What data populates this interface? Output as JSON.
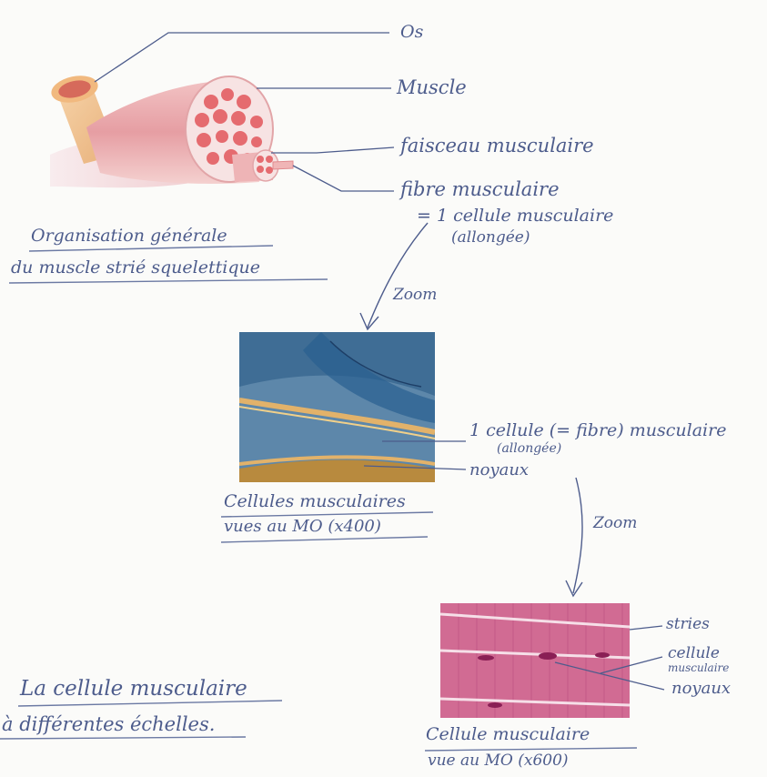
{
  "muscle_diagram": {
    "labels": {
      "bone": "Os",
      "muscle": "Muscle",
      "bundle": "faisceau musculaire",
      "fiber": "fibre musculaire",
      "fiber_def_1": "= 1 cellule musculaire",
      "fiber_def_2": "(allongée)"
    },
    "caption": [
      "Organisation générale",
      "du muscle strié squelettique"
    ]
  },
  "zoom_label_1": "Zoom",
  "micrograph_1": {
    "cell_label": "1 cellule (= fibre) musculaire",
    "cell_label_sub": "(allongée)",
    "nuclei_label": "noyaux",
    "caption": [
      "Cellules musculaires",
      "vues au MO (x400)"
    ]
  },
  "zoom_label_2": "Zoom",
  "micrograph_2": {
    "striations_label": "stries",
    "cell_label_1": "cellule",
    "cell_label_2": "musculaire",
    "nuclei_label": "noyaux",
    "caption": [
      "Cellule musculaire",
      "vue au MO (x600)"
    ]
  },
  "page_title": [
    "La cellule musculaire",
    "à différentes échelles."
  ],
  "colors": {
    "ink": "#4d5c8c",
    "muscle_pink": "#e6a3a8",
    "fiber_red": "#e56b6f",
    "stain_blue": "#4f7da3",
    "stain_magenta": "#c84f7e"
  }
}
